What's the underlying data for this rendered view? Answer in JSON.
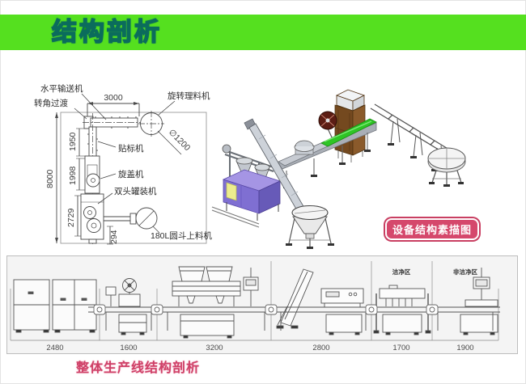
{
  "header": {
    "title": "结构剖析"
  },
  "schematic": {
    "labels": {
      "horizontal_conveyor": "水平输送机",
      "corner_transition": "转角过渡",
      "rotary_sorter": "旋转理料机",
      "labeler": "贴标机",
      "capper": "旋盖机",
      "double_head_filler": "双头罐装机",
      "hopper_feeder": "180L圆斗上料机"
    },
    "dimensions": {
      "conveyor_length": "3000",
      "turntable_diameter": "∅1200",
      "labeler_height": "1950",
      "capper_height": "1998",
      "filler_height": "2729",
      "outlet_height": "294",
      "total_height": "8000"
    }
  },
  "illustration": {
    "badge_label": "设备结构素描图"
  },
  "elevation": {
    "zone_labels": {
      "clean": "洁净区",
      "non_clean": "非洁净区"
    },
    "dims": [
      "2480",
      "1600",
      "3200",
      "2800",
      "1700",
      "1900"
    ],
    "caption": "整体生产线结构剖析"
  },
  "colors": {
    "header_green": "#55e01f",
    "title_green": "#1ca305",
    "title_outline": "#0b6c5c",
    "badge_pink": "#d5486c",
    "belt_green": "#2ec525",
    "cabinet_brown": "#74491f",
    "machine_purple": "#7f6fd2",
    "panel_gray": "#f4f4f4"
  }
}
